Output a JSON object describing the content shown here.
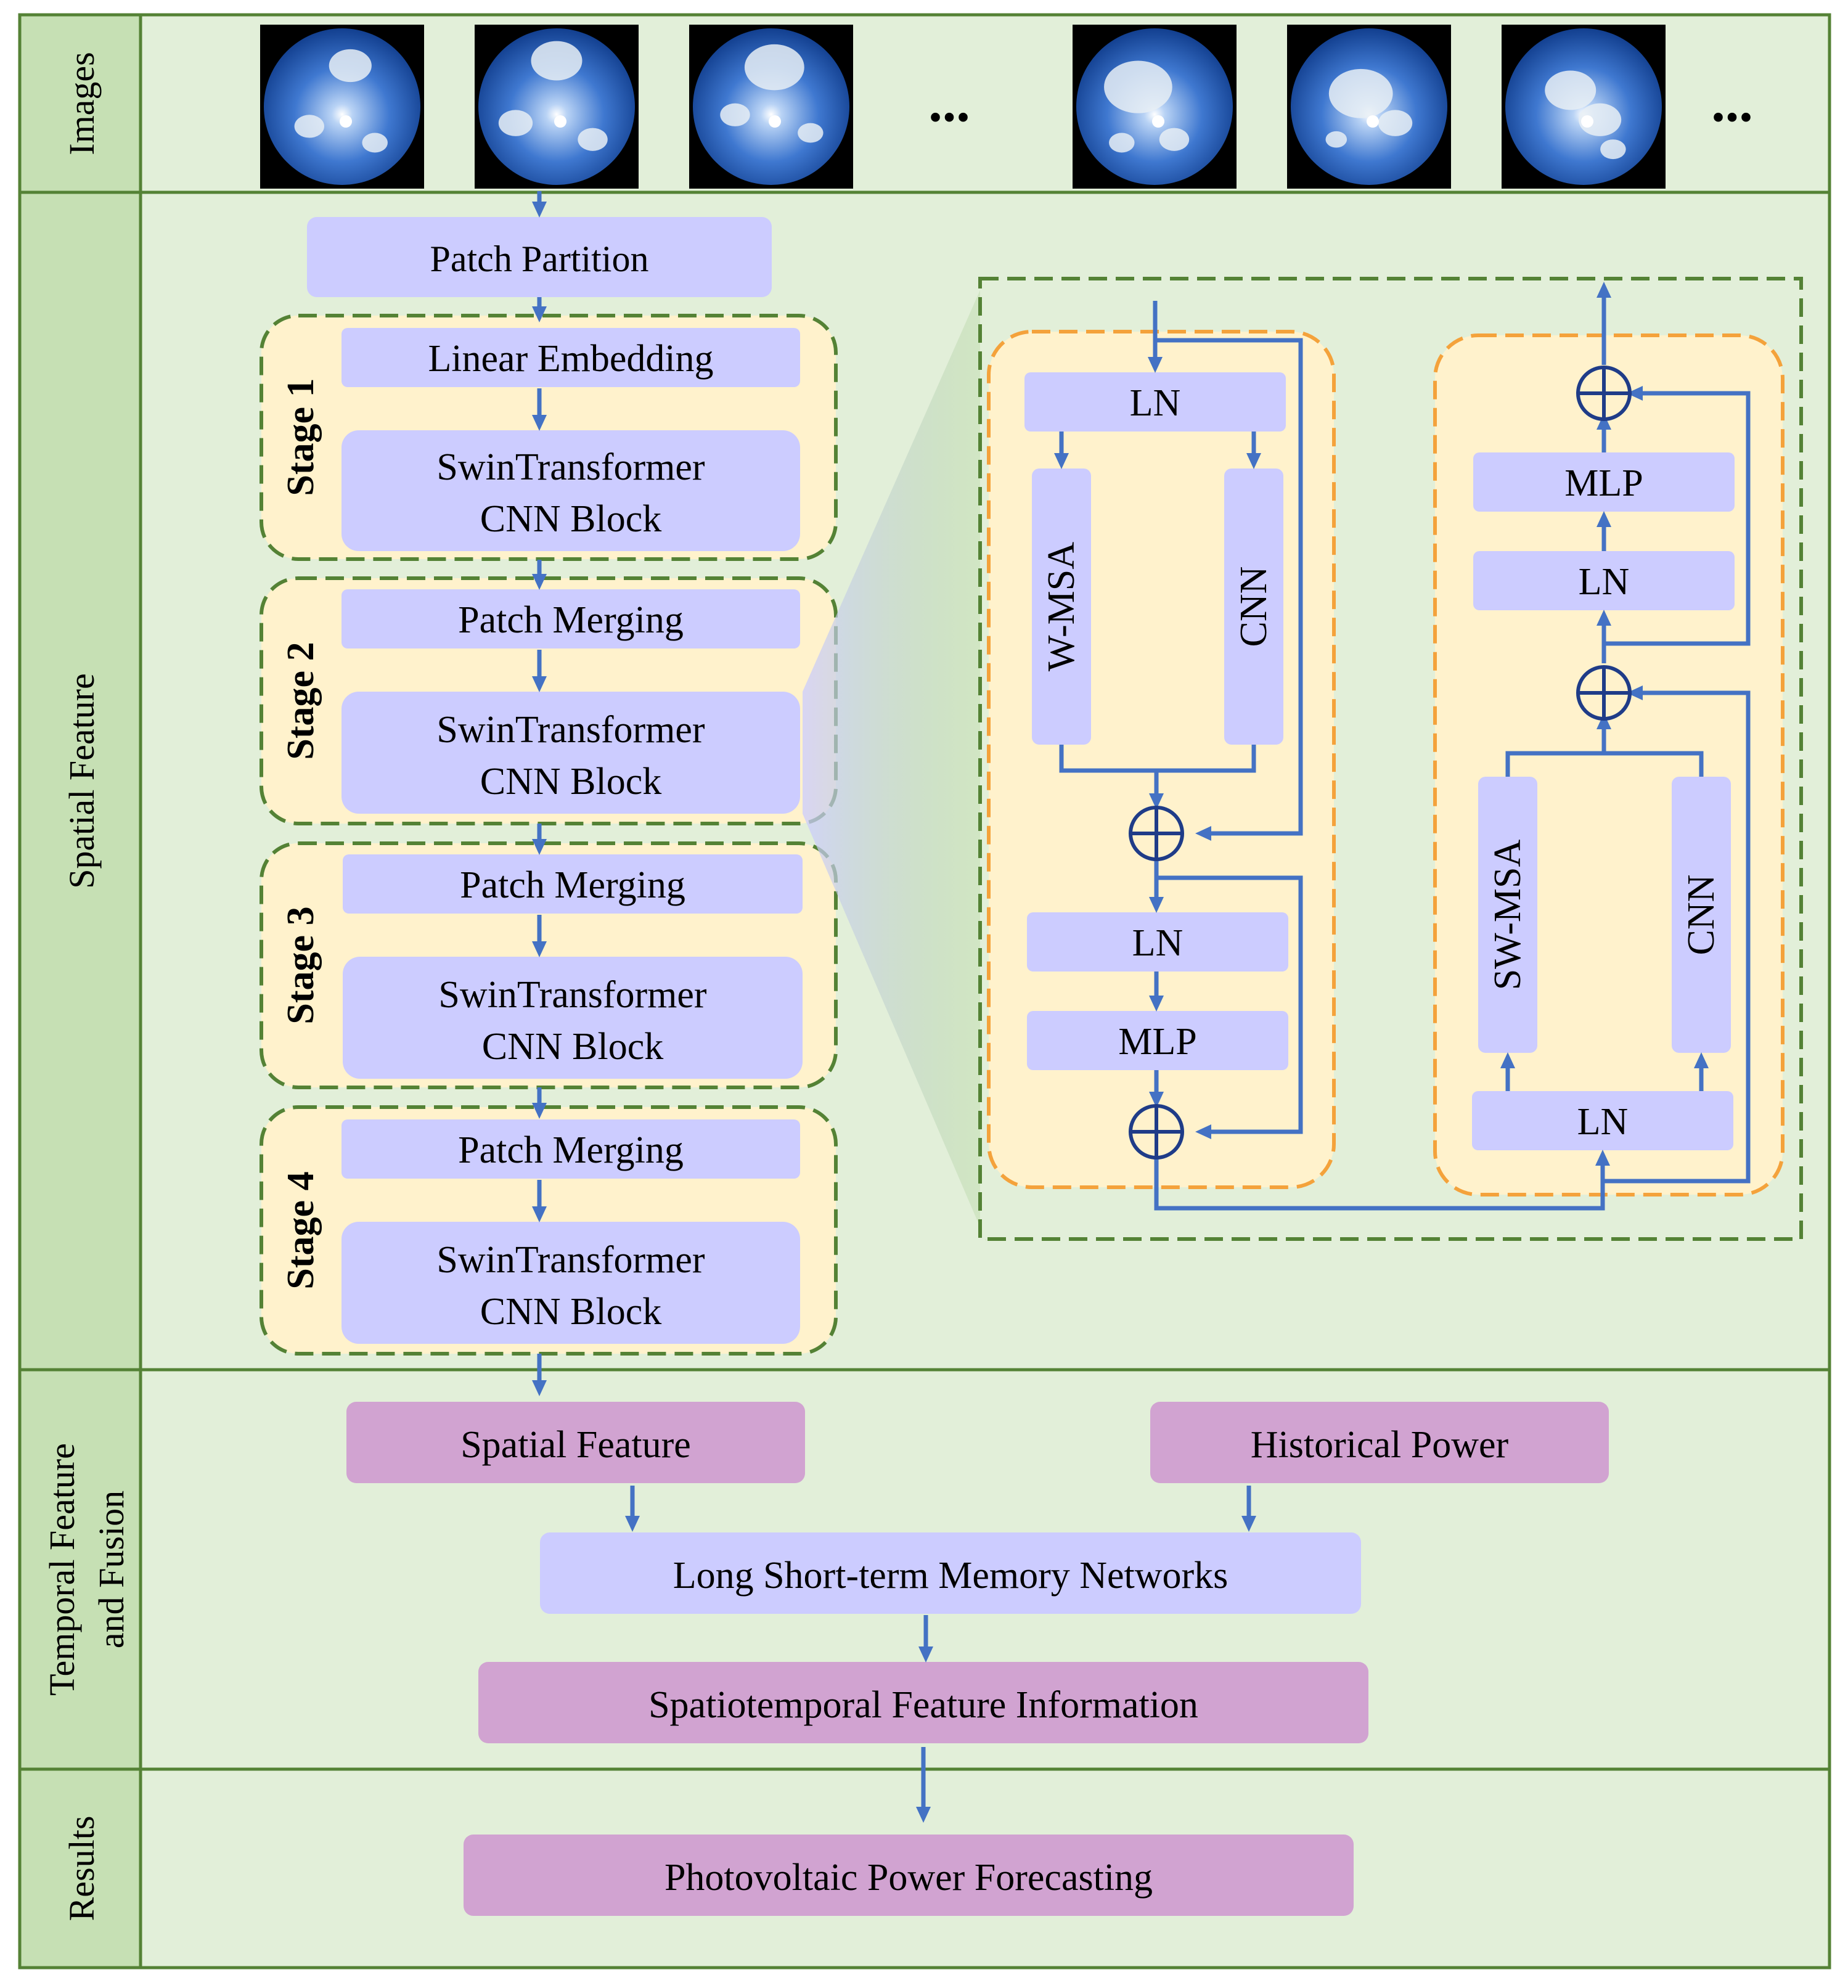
{
  "sections": {
    "images": "Images",
    "spatial": "Spatial Feature",
    "temporal_line1": "Temporal Feature",
    "temporal_line2": "and Fusion",
    "results": "Results"
  },
  "images": {
    "ellipsis": "..."
  },
  "stack": {
    "patch_partition": "Patch Partition",
    "stages": [
      {
        "label": "Stage 1",
        "top": "Linear Embedding",
        "block_line1": "SwinTransformer",
        "block_line2": "CNN Block"
      },
      {
        "label": "Stage 2",
        "top": "Patch Merging",
        "block_line1": "SwinTransformer",
        "block_line2": "CNN Block"
      },
      {
        "label": "Stage 3",
        "top": "Patch Merging",
        "block_line1": "SwinTransformer",
        "block_line2": "CNN Block"
      },
      {
        "label": "Stage 4",
        "top": "Patch Merging",
        "block_line1": "SwinTransformer",
        "block_line2": "CNN Block"
      }
    ]
  },
  "detail": {
    "left": {
      "ln1": "LN",
      "wmsa": "W-MSA",
      "cnn": "CNN",
      "ln2": "LN",
      "mlp": "MLP"
    },
    "right": {
      "mlp": "MLP",
      "ln_top": "LN",
      "swmsa": "SW-MSA",
      "cnn": "CNN",
      "ln_bottom": "LN"
    }
  },
  "fusion": {
    "spatial_feature": "Spatial Feature",
    "historical_power": "Historical Power",
    "lstm": "Long Short-term Memory Networks",
    "spatiotemporal": "Spatiotemporal Feature Information"
  },
  "results": {
    "forecast": "Photovoltaic Power Forecasting"
  },
  "colors": {
    "panel_green": "#e2efd9",
    "label_green": "#c6e0b4",
    "border_green": "#548235",
    "stage_fill": "#fff2cc",
    "orange_dash": "#f4a23b",
    "module_fill": "#ccccff",
    "result_fill": "#d1a3d1",
    "arrow_blue": "#4472c4"
  }
}
